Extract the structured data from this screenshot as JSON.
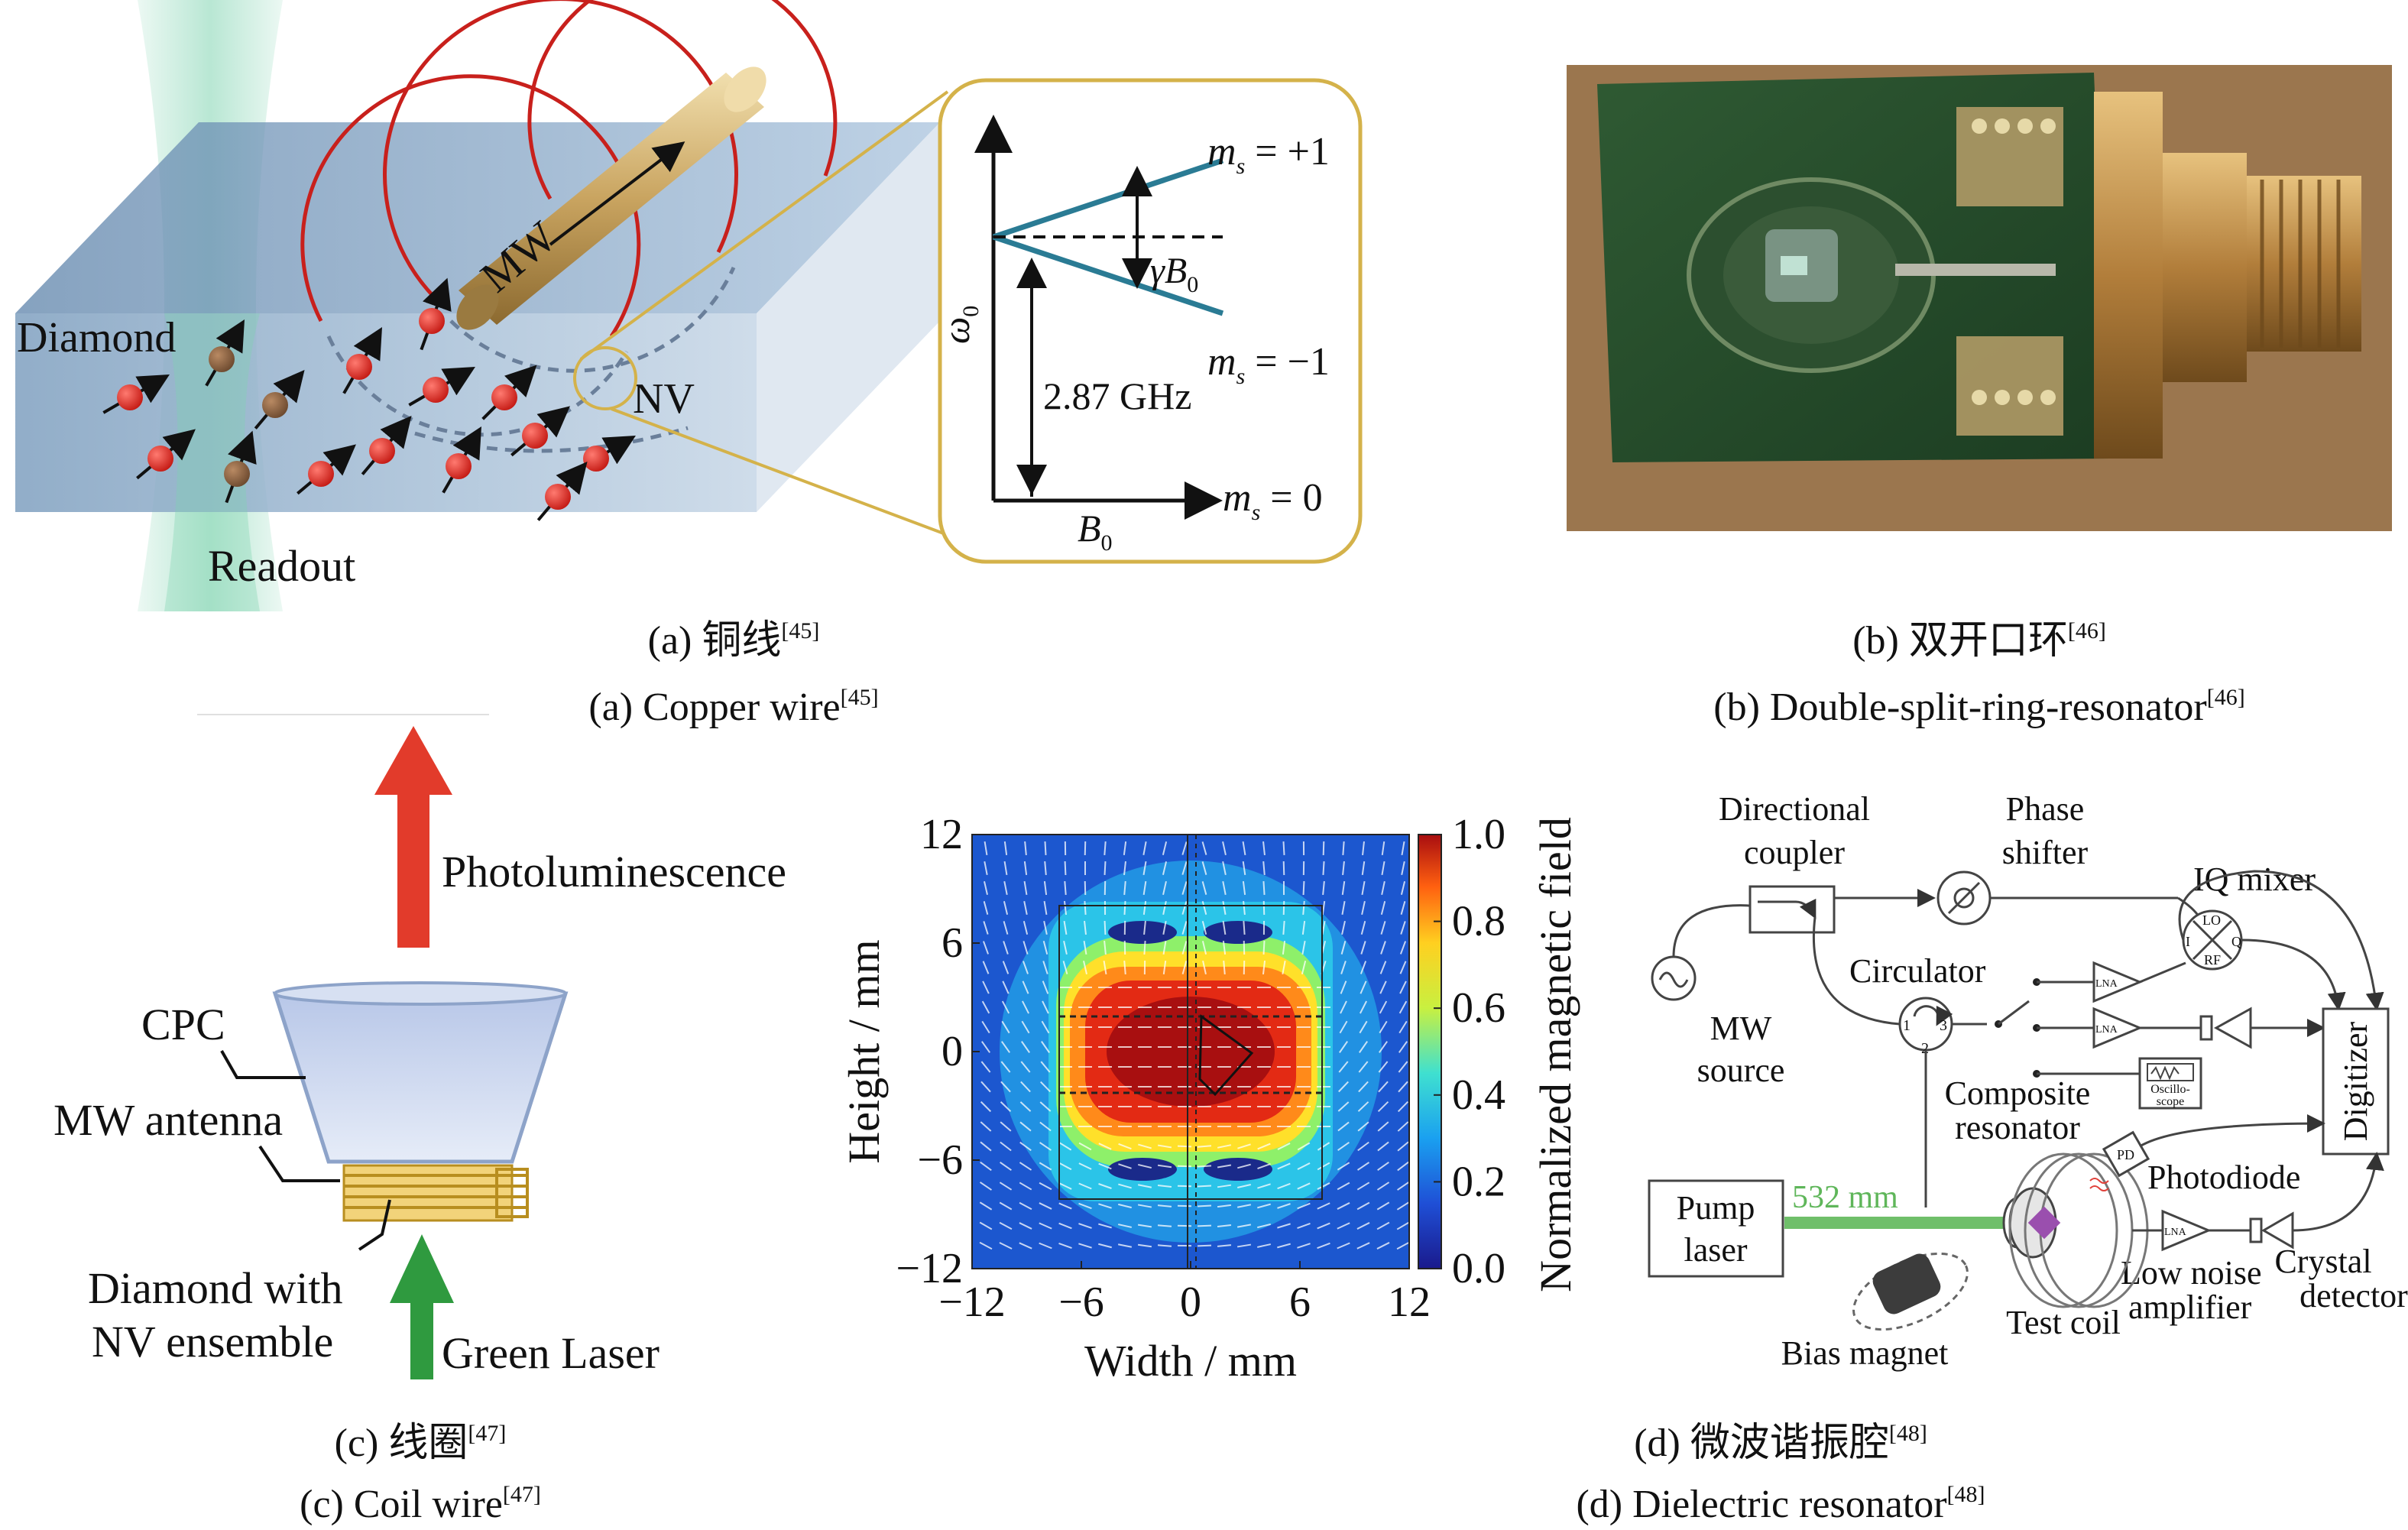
{
  "panel_a": {
    "labels": {
      "mw": "MW",
      "diamond": "Diamond",
      "nv": "NV",
      "readout": "Readout"
    },
    "inset": {
      "ms_plus": "m",
      "ms_plus_val": " = +1",
      "ms_minus": "m",
      "ms_minus_val": " = −1",
      "ms_zero": "m",
      "ms_zero_val": " = 0",
      "ms_sub": "s",
      "gamma_b0": "γB",
      "b0": "B",
      "zero_sub": "0",
      "omega0": "ω",
      "freq": "2.87 GHz"
    },
    "caption_cn": "(a) 铜线",
    "caption_en": "(a) Copper wire",
    "ref": "[45]"
  },
  "panel_b": {
    "caption_cn": "(b) 双开口环",
    "caption_en": "(b) Double-split-ring-resonator",
    "ref": "[46]"
  },
  "panel_c": {
    "labels": {
      "photoluminescence": "Photoluminescence",
      "cpc": "CPC",
      "mw_antenna": "MW antenna",
      "diamond_line1": "Diamond with",
      "diamond_line2": "NV ensemble",
      "green_laser": "Green Laser"
    },
    "caption_cn": "(c) 线圈",
    "caption_en": "(c) Coil wire",
    "ref": "[47]"
  },
  "panel_d": {
    "heatmap": {
      "x_ticks": [
        "−12",
        "−6",
        "0",
        "6",
        "12"
      ],
      "y_ticks": [
        "12",
        "6",
        "0",
        "−6",
        "−12"
      ],
      "xlabel": "Width / mm",
      "ylabel": "Height / mm",
      "colorbar_ticks": [
        "1.0",
        "0.8",
        "0.6",
        "0.4",
        "0.2",
        "0.0"
      ],
      "colorbar_label": "Normalized magnetic field"
    },
    "schematic": {
      "directional_coupler_1": "Directional",
      "directional_coupler_2": "coupler",
      "phase_shifter_1": "Phase",
      "phase_shifter_2": "shifter",
      "iq_mixer": "IQ mixer",
      "circulator": "Circulator",
      "mw_source_1": "MW",
      "mw_source_2": "source",
      "composite_1": "Composite",
      "composite_2": "resonator",
      "digitizer": "Digitizer",
      "pump_1": "Pump",
      "pump_2": "laser",
      "wavelength": "532 mm",
      "photodiode": "Photodiode",
      "low_noise_1": "Low noise",
      "low_noise_2": "amplifier",
      "crystal_1": "Crystal",
      "crystal_2": "detector",
      "test_coil": "Test coil",
      "bias_magnet": "Bias magnet",
      "lna": "LNA",
      "pd": "PD",
      "oscillo_1": "Oscillo-",
      "oscillo_2": "scope",
      "lo": "LO",
      "i": "I",
      "q": "Q",
      "rf": "RF",
      "c1": "1",
      "c2": "2",
      "c3": "3"
    },
    "caption_cn": "(d) 微波谐振腔",
    "caption_en": "(d) Dielectric resonator",
    "ref": "[48]"
  }
}
